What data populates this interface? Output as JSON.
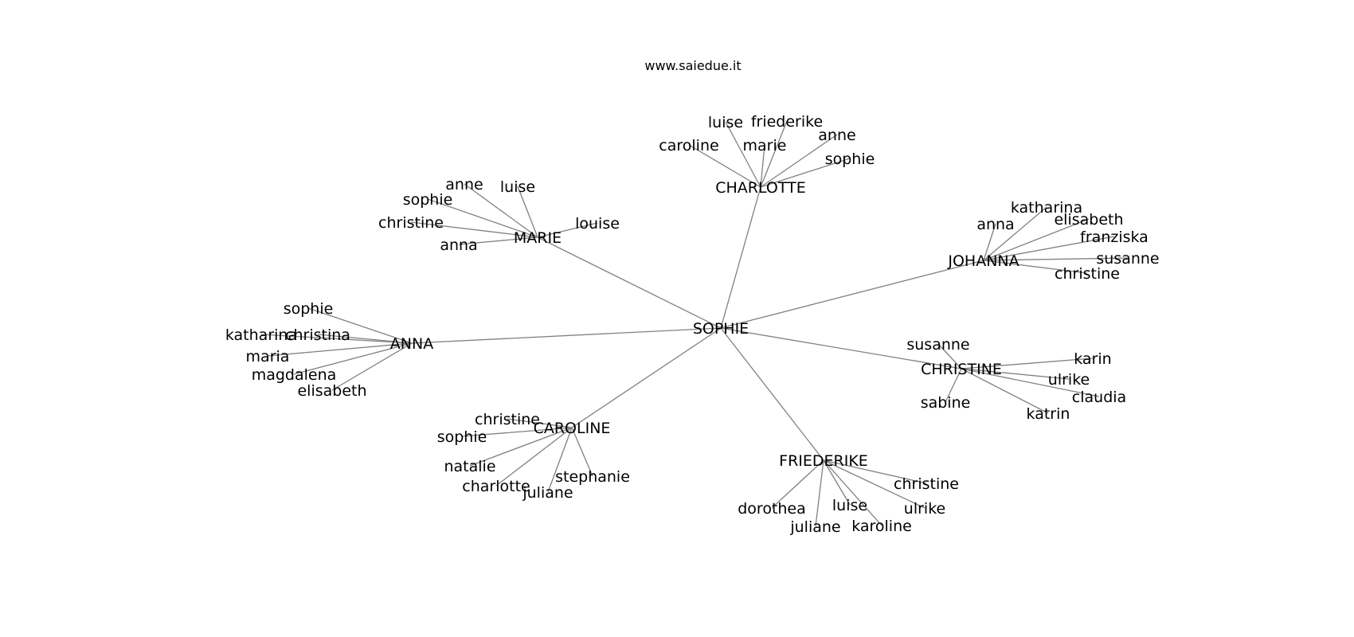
{
  "site": "www.saiedue.it",
  "root": "SOPHIE",
  "groups": [
    {
      "hub": "CHARLOTTE",
      "leaves": [
        "caroline",
        "luise",
        "friederike",
        "marie",
        "anne",
        "sophie"
      ]
    },
    {
      "hub": "MARIE",
      "leaves": [
        "anne",
        "luise",
        "sophie",
        "christine",
        "louise",
        "anna"
      ]
    },
    {
      "hub": "JOHANNA",
      "leaves": [
        "katharina",
        "anna",
        "elisabeth",
        "franziska",
        "susanne",
        "christine"
      ]
    },
    {
      "hub": "ANNA",
      "leaves": [
        "sophie",
        "katharina",
        "christina",
        "maria",
        "magdalena",
        "elisabeth"
      ]
    },
    {
      "hub": "CHRISTINE",
      "leaves": [
        "susanne",
        "karin",
        "ulrike",
        "claudia",
        "sabine",
        "katrin"
      ]
    },
    {
      "hub": "CAROLINE",
      "leaves": [
        "christine",
        "sophie",
        "natalie",
        "stephanie",
        "charlotte",
        "juliane"
      ]
    },
    {
      "hub": "FRIEDERIKE",
      "leaves": [
        "christine",
        "dorothea",
        "luise",
        "ulrike",
        "juliane",
        "karoline"
      ]
    }
  ]
}
